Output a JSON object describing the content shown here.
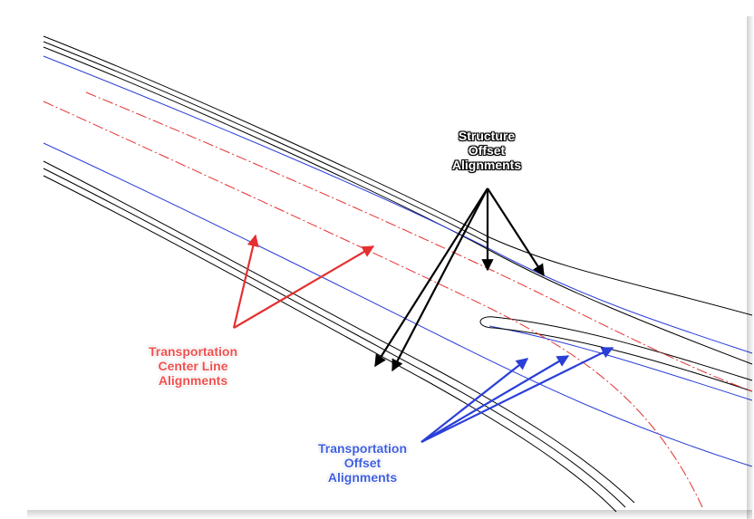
{
  "labels": {
    "structure": [
      "Structure",
      "Offset",
      "Alignments"
    ],
    "center_line": [
      "Transportation",
      "Center Line",
      "Alignments"
    ],
    "offset": [
      "Transportation",
      "Offset",
      "Alignments"
    ]
  },
  "colors": {
    "structure": "#000000",
    "center_line": "#e53030",
    "offset": "#2a3fd8",
    "background": "#ffffff"
  }
}
